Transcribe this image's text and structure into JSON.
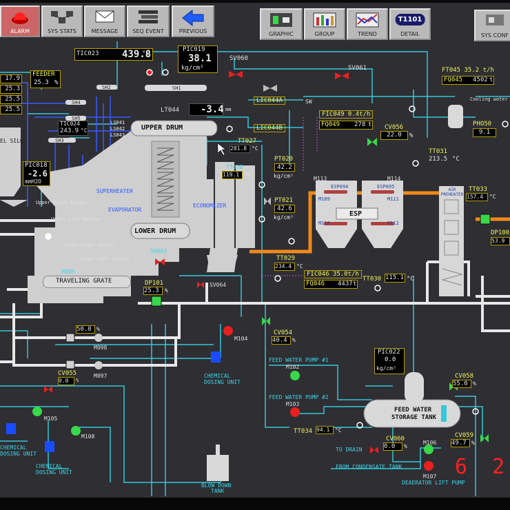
{
  "toolbar": {
    "alarm": "ALARM",
    "sys_stats": "SYS STATS",
    "message": "MESSAGE",
    "seq_event": "SEQ EVENT",
    "previous": "PREVIOUS",
    "graphic": "GRAPHIC",
    "group": "GROUP",
    "trend": "TREND",
    "detail": "DETAIL",
    "detail_tag": "T1101",
    "sys_conf": "SYS CONF"
  },
  "instruments": {
    "tic023": {
      "tag": "TIC023",
      "value": "439.8",
      "unit": "°C"
    },
    "pic019": {
      "tag": "PIC019",
      "value": "38.1",
      "unit": "kg/cm²"
    },
    "sv060": "SV060",
    "sv061": "SV061",
    "sh1": "SH1",
    "sh2": "SH2",
    "sh3": "SH3",
    "sh4": "SH4",
    "sh5": "SH5",
    "feeder": {
      "tag": "FEEDER",
      "value": "25.3",
      "unit": "%"
    },
    "left_values": [
      "17.9",
      "25.3",
      "25.5",
      "25.5"
    ],
    "tic024": {
      "tag": "TIC024",
      "value": "243.9",
      "unit": "°C"
    },
    "pic018": {
      "tag": "PIC018",
      "value": "-2.6",
      "unit": "mmH2O"
    },
    "silo": "EL SILO",
    "lt044": {
      "tag": "LT044",
      "value": "-3.4",
      "unit": "mm"
    },
    "lic044a": "LIC044A",
    "lic044b": "LIC044B",
    "ls": [
      "LS041",
      "LS042",
      "LS043"
    ],
    "sw": "SW",
    "fic049": "FIC049 0.4t/h",
    "fq049": {
      "tag": "FQ049",
      "value": "278",
      "unit": "t"
    },
    "ft045": "FT045 35.2 t/h",
    "fq045": {
      "tag": "FQ045",
      "value": "4502",
      "unit": "t"
    },
    "cooling_water": "Cooling water",
    "pho50": {
      "tag": "PHO50",
      "value": "9.1"
    },
    "cv056": {
      "tag": "CV056",
      "value": "22.0",
      "unit": "%"
    },
    "tt027": {
      "tag": "TT027",
      "value": "281.8",
      "unit": "°C"
    },
    "tt028": {
      "tag": "TT028",
      "value": "119.1",
      "unit": "°C"
    },
    "pt020": {
      "tag": "PT020",
      "value": "42.2",
      "unit": "kg/cm²"
    },
    "pt021": {
      "tag": "PT021",
      "value": "42.6",
      "unit": "kg/cm²"
    },
    "tt029": {
      "tag": "TT029",
      "value": "234.4",
      "unit": "°C"
    },
    "tt031": {
      "tag": "TT031",
      "value": "213.5",
      "unit": "°C"
    },
    "tt033": {
      "tag": "TT033",
      "value": "157.4",
      "unit": "°C"
    },
    "dp100": {
      "tag": "DP100",
      "value": "53.9"
    },
    "fic046": "FIC046 35.0t/h",
    "fq046": {
      "tag": "FQ046",
      "value": "4437",
      "unit": "t"
    },
    "tt030": {
      "tag": "TT030",
      "value": "115.1",
      "unit": "°C"
    },
    "dp101": {
      "tag": "DP101",
      "value": "25.3",
      "unit": "%"
    },
    "sv063": "SV063",
    "sv064": "SV064",
    "m085": {
      "tag": "M085",
      "value": "50.0",
      "unit": "%"
    },
    "m098": "M098",
    "m097": "M097",
    "cv055": {
      "tag": "CV055",
      "value": "0.0",
      "unit": "%"
    },
    "m104": "M104",
    "cv054": {
      "tag": "CV054",
      "value": "40.4",
      "unit": "%"
    },
    "m102": "M102",
    "m103": "M103",
    "feed_pump1": "FEED WATER PUMP #1",
    "feed_pump2": "FEED WATER PUMP #2",
    "pic022": {
      "tag": "PIC022",
      "value": "0.0",
      "unit": "kg/cm²"
    },
    "cv058": {
      "tag": "CV058",
      "value": "55.0",
      "unit": "%"
    },
    "tt034": {
      "tag": "TT034",
      "value": "94.1",
      "unit": "°C"
    },
    "cv060": {
      "tag": "CV060",
      "value": "0.0",
      "unit": "%"
    },
    "cv059": {
      "tag": "CV059",
      "value": "49.7",
      "unit": "%"
    },
    "m105": "M105",
    "m106": "M106",
    "m107": "M107",
    "m108": "M108",
    "m113": "M113",
    "m114": "M114",
    "m109": "M109",
    "m110": "M110",
    "m111": "M111",
    "m112": "M112",
    "esp094": "ESP094",
    "esp095": "ESP095"
  },
  "labels": {
    "upper_drum": "UPPER DRUM",
    "lower_drum": "LOWER DRUM",
    "superheater": "SUPERHEATER",
    "evaporator": "EVAPORATOR",
    "economizer": "ECONOMIZER",
    "esp": "ESP",
    "air_preheater": "AIR PREHEATER",
    "traveling_grate": "TRAVELING GRATE",
    "upper_right_header": "Upper Right Header",
    "upper_left_header": "Upper Left Header",
    "lower_right_header": "Lower Right Header",
    "lower_left_header": "Lower Left Header",
    "chemical_dosing": "CHEMICAL DOSING UNIT",
    "chemical": "CHEMICAL",
    "dosing_unit": "DOSING UNIT",
    "blow_down": "BLOW DOWN",
    "tank": "TANK",
    "feed_water": "FEED WATER",
    "storage_tank": "STORAGE TANK",
    "to_drain": "TO DRAIN",
    "from_condensate": "FROM CONDENSATE TANK",
    "deaerator_pump": "DEAERATOR LIFT PUMP",
    "overlay_num": "6  2"
  },
  "colors": {
    "background": "#2e2e33",
    "pipe_white": "#e8e8e8",
    "pipe_cyan": "#35c8d8",
    "pipe_orange": "#f08a1a",
    "pipe_blue": "#3a5cff",
    "pipe_magenta": "#c050c0",
    "accent_yellow": "#f0f060",
    "pump_green": "#39d84a",
    "pump_red": "#e82020"
  }
}
